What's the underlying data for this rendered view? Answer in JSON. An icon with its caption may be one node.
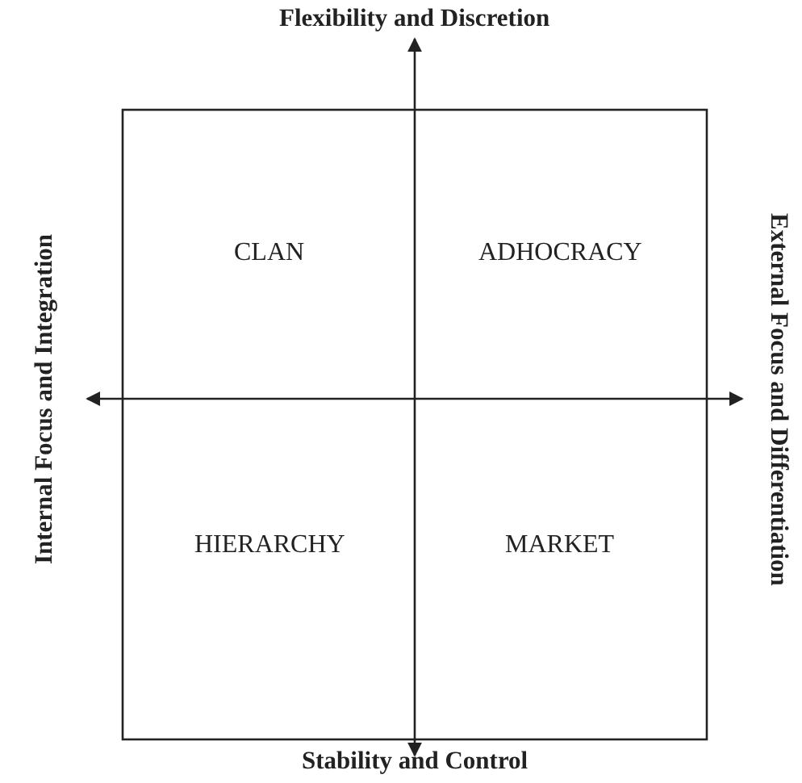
{
  "diagram": {
    "labels": [
      "Flexibility and Discretion",
      "Internal Focus and Integration",
      "CLAN",
      "ADHOCRACY",
      "External Focus and Differentiation",
      "HIERARCHY",
      "MARKET",
      "Stability and Control"
    ]
  }
}
